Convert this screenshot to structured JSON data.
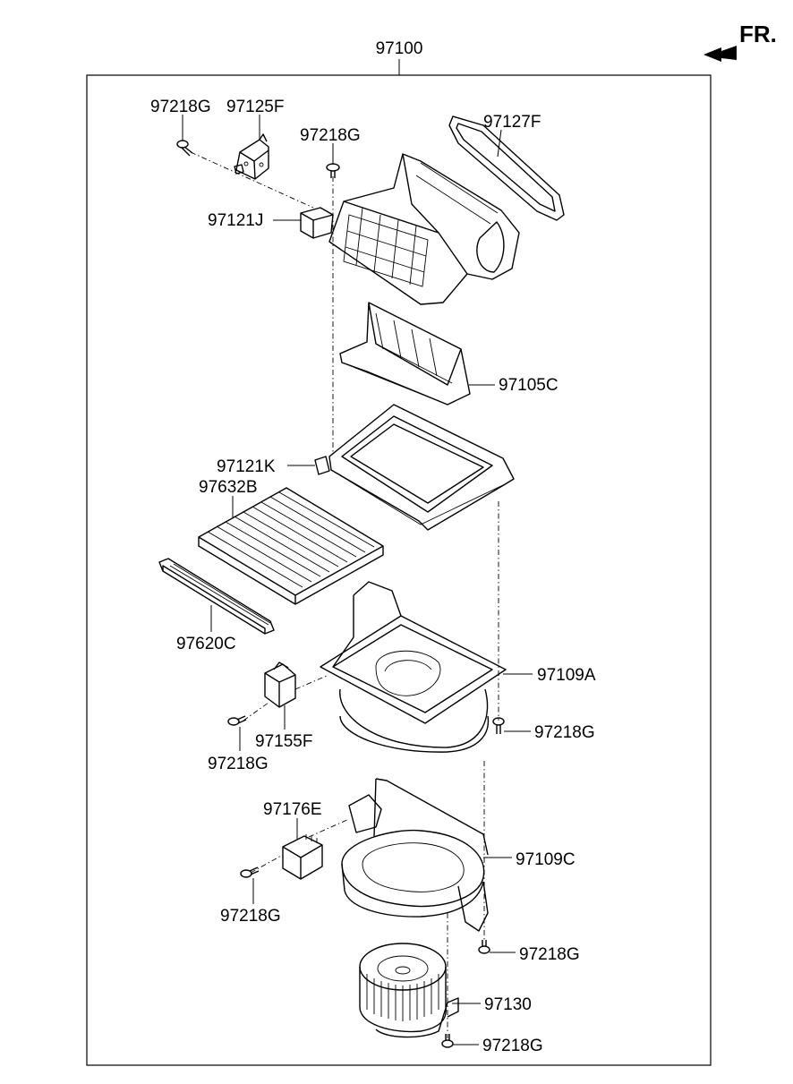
{
  "orientation": {
    "label": "FR.",
    "icon": "front-direction-arrow-icon"
  },
  "assembly": {
    "part_number": "97100"
  },
  "callouts": [
    {
      "id": "c1",
      "text": "97218G"
    },
    {
      "id": "c2",
      "text": "97125F"
    },
    {
      "id": "c3",
      "text": "97218G"
    },
    {
      "id": "c4",
      "text": "97127F"
    },
    {
      "id": "c5",
      "text": "97121J"
    },
    {
      "id": "c6",
      "text": "97105C"
    },
    {
      "id": "c7",
      "text": "97121K"
    },
    {
      "id": "c8",
      "text": "97632B"
    },
    {
      "id": "c9",
      "text": "97620C"
    },
    {
      "id": "c10",
      "text": "97109A"
    },
    {
      "id": "c11",
      "text": "97218G"
    },
    {
      "id": "c12",
      "text": "97155F"
    },
    {
      "id": "c13",
      "text": "97218G"
    },
    {
      "id": "c14",
      "text": "97176E"
    },
    {
      "id": "c15",
      "text": "97109C"
    },
    {
      "id": "c16",
      "text": "97218G"
    },
    {
      "id": "c17",
      "text": "97218G"
    },
    {
      "id": "c18",
      "text": "97130"
    },
    {
      "id": "c19",
      "text": "97218G"
    }
  ]
}
